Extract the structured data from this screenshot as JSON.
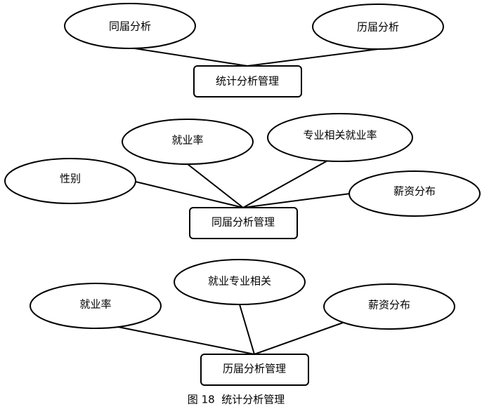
{
  "groups": [
    {
      "entity": "统计分析管理",
      "attributes": [
        "同届分析",
        "历届分析"
      ]
    },
    {
      "entity": "同届分析管理",
      "attributes": [
        "性别",
        "就业率",
        "专业相关就业率",
        "薪资分布"
      ]
    },
    {
      "entity": "历届分析管理",
      "attributes": [
        "就业率",
        "就业专业相关",
        "薪资分布"
      ]
    }
  ],
  "caption": "图 18  统计分析管理"
}
